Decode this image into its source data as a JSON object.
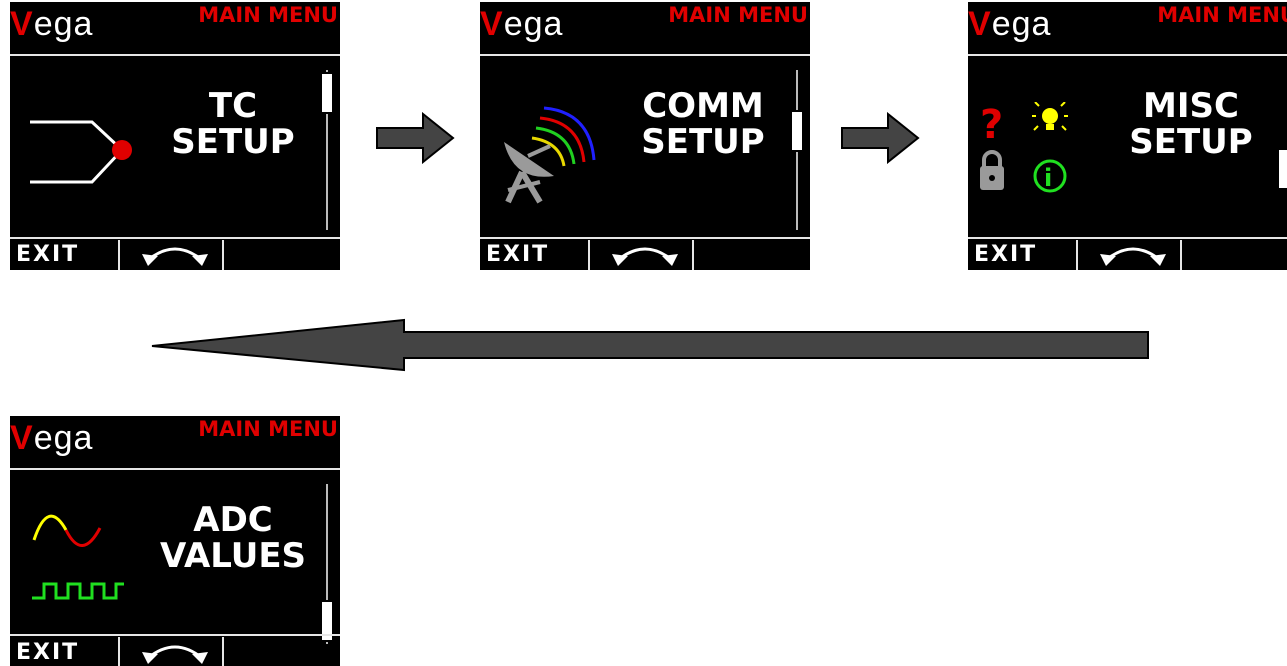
{
  "colors": {
    "accent_red": "#e00000",
    "bg": "#000000",
    "arrow_fill": "#444444"
  },
  "screens": [
    {
      "brand_first": "V",
      "brand_rest": "ega",
      "title": "MAIN MENU",
      "label_line1": "TC",
      "label_line2": "SETUP",
      "exit_label": "EXIT",
      "icon": "thermocouple-icon",
      "scroll_position": 0.0
    },
    {
      "brand_first": "V",
      "brand_rest": "ega",
      "title": "MAIN MENU",
      "label_line1": "COMM",
      "label_line2": "SETUP",
      "exit_label": "EXIT",
      "icon": "satellite-dish-icon",
      "scroll_position": 0.33
    },
    {
      "brand_first": "V",
      "brand_rest": "ega",
      "title": "MAIN MENU",
      "label_line1": "MISC",
      "label_line2": "SETUP",
      "exit_label": "EXIT",
      "icon": "misc-icons",
      "scroll_position": 0.66
    },
    {
      "brand_first": "V",
      "brand_rest": "ega",
      "title": "MAIN MENU",
      "label_line1": "ADC",
      "label_line2": "VALUES",
      "exit_label": "EXIT",
      "icon": "waveform-icon",
      "scroll_position": 1.0
    }
  ],
  "flow_arrows": [
    "right-arrow",
    "right-arrow",
    "long-left-arrow"
  ]
}
